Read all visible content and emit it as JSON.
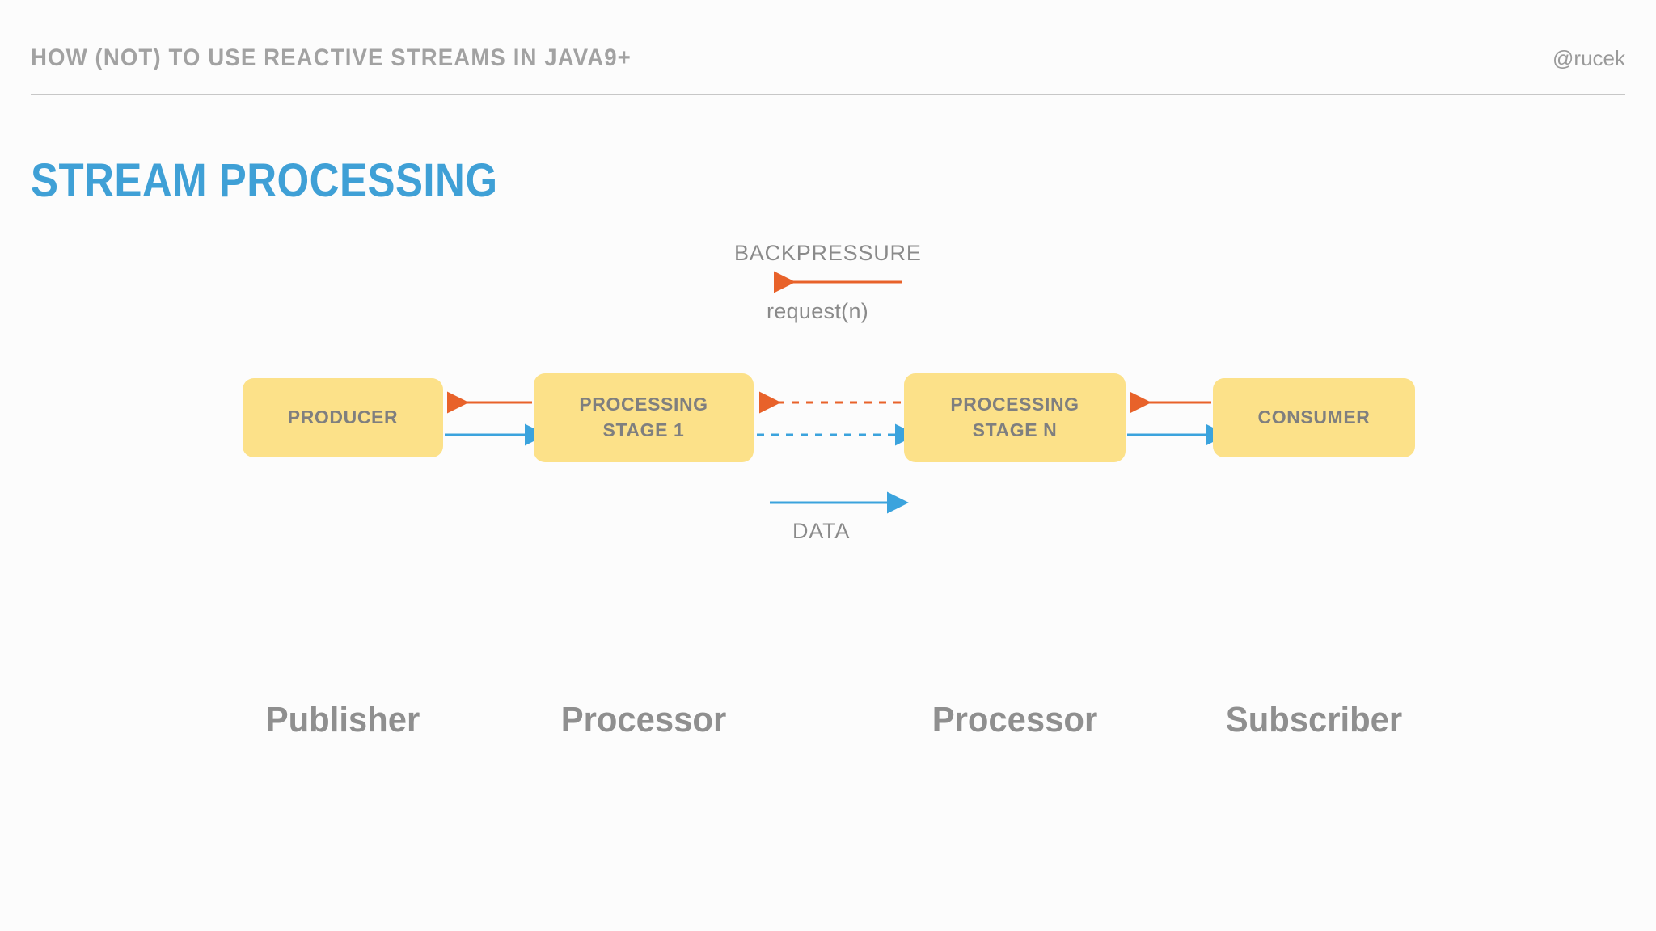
{
  "header": {
    "title": "HOW (NOT) TO USE REACTIVE STREAMS IN JAVA9+",
    "handle": "@rucek"
  },
  "slide": {
    "title": "STREAM PROCESSING"
  },
  "colors": {
    "accent_blue": "#3fa0d6",
    "node_yellow": "#fce189",
    "node_text_gray": "#7f7f7f",
    "arrow_orange": "#e8622a",
    "arrow_blue": "#3ba3dd",
    "header_gray": "#a2a2a2",
    "annotation_gray": "#8a8a8a",
    "rule_gray": "#c7c7c7"
  },
  "diagram": {
    "nodes": [
      {
        "id": "producer",
        "label": "PRODUCER",
        "role": "Publisher"
      },
      {
        "id": "stage1",
        "label": "PROCESSING\nSTAGE 1",
        "role": "Processor"
      },
      {
        "id": "stageN",
        "label": "PROCESSING\nSTAGE N",
        "role": "Processor"
      },
      {
        "id": "consumer",
        "label": "CONSUMER",
        "role": "Subscriber"
      }
    ],
    "annotations": {
      "backpressure": "BACKPRESSURE",
      "request": "request(n)",
      "data": "DATA"
    },
    "flows": [
      {
        "name": "backpressure-flow",
        "direction": "right-to-left",
        "color": "#e8622a",
        "label": "request(n)"
      },
      {
        "name": "data-flow",
        "direction": "left-to-right",
        "color": "#3ba3dd",
        "label": "DATA"
      }
    ]
  }
}
